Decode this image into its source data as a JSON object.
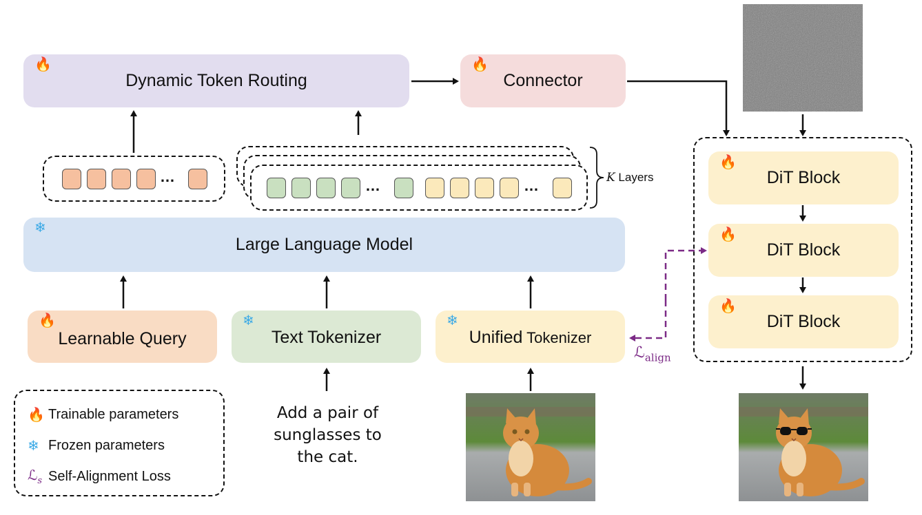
{
  "modules": {
    "dynamic_token_routing": "Dynamic Token Routing",
    "connector": "Connector",
    "large_language_model": "Large Language Model",
    "learnable_query": "Learnable Query",
    "text_tokenizer": "Text Tokenizer",
    "unified_tokenizer_a": "Unified",
    "unified_tokenizer_b": " Tokenizer",
    "dit_block_1": "DiT Block",
    "dit_block_2": "DiT Block",
    "dit_block_3": "DiT Block"
  },
  "layers_label": {
    "k": "K",
    "text": " Layers"
  },
  "align_loss": {
    "symbol": "ℒ",
    "subscript": "align"
  },
  "prompt_text": [
    "Add a pair of",
    "sunglasses to",
    "the cat."
  ],
  "legend": {
    "trainable": "Trainable parameters",
    "frozen": "Frozen parameters",
    "loss_symbol": "ℒ",
    "loss_sub": "s",
    "loss": "Self-Alignment Loss"
  },
  "icons": {
    "trainable": "fire-icon",
    "frozen": "snowflake-icon"
  },
  "colors": {
    "routing": "#e2ddef",
    "connector": "#f5dcdc",
    "llm": "#d6e3f3",
    "query": "#f9dcc4",
    "text": "#dce9d4",
    "unified": "#fdf0cd",
    "loss_arrow": "#7b2a86"
  }
}
